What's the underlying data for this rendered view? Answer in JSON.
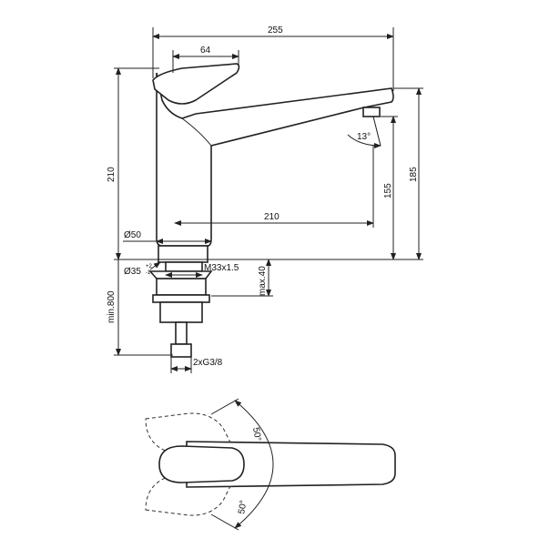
{
  "dimensions": {
    "overall_length": "255",
    "handle_offset": "64",
    "total_height": "210",
    "spout_height": "185",
    "outlet_height": "155",
    "projection": "210",
    "body_diameter": "Ø50",
    "hole_diameter": "Ø35",
    "hole_tol_plus": "+2",
    "hole_tol_minus": "-1",
    "thread": "M33x1.5",
    "max_deck": "max.40",
    "hose_length": "min.800",
    "connection": "2xG3/8",
    "tilt_angle": "13°",
    "rotation_left": "50°",
    "rotation_right": "50°"
  }
}
